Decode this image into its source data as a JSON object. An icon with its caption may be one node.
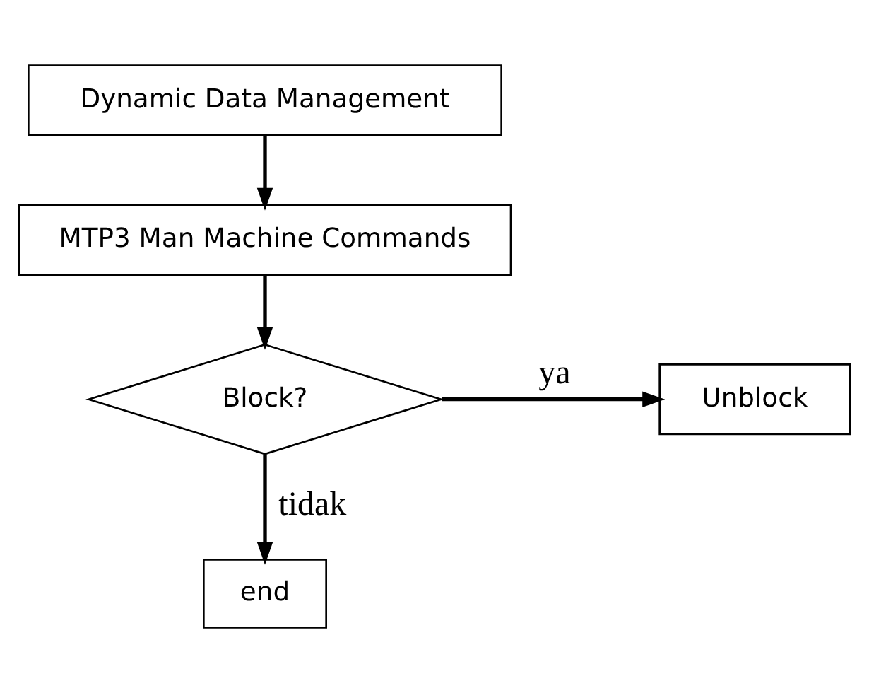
{
  "diagram": {
    "nodes": [
      {
        "text": [
          "Dynamic Data Management"
        ]
      },
      {
        "text": [
          "MTP3 Man Machine Commands"
        ]
      },
      {
        "text": [
          "Block?"
        ]
      },
      {
        "text": [
          "Unblock"
        ]
      },
      {
        "text": [
          "end"
        ]
      }
    ],
    "edges": [
      {
        "from": 0,
        "to": 1,
        "arrow": "to"
      },
      {
        "from": 1,
        "to": 2,
        "arrow": "to"
      },
      {
        "from": 2,
        "to": 3,
        "arrow": "to",
        "label": "ya"
      },
      {
        "from": 2,
        "to": 4,
        "arrow": "to",
        "label": "tidak"
      }
    ]
  }
}
